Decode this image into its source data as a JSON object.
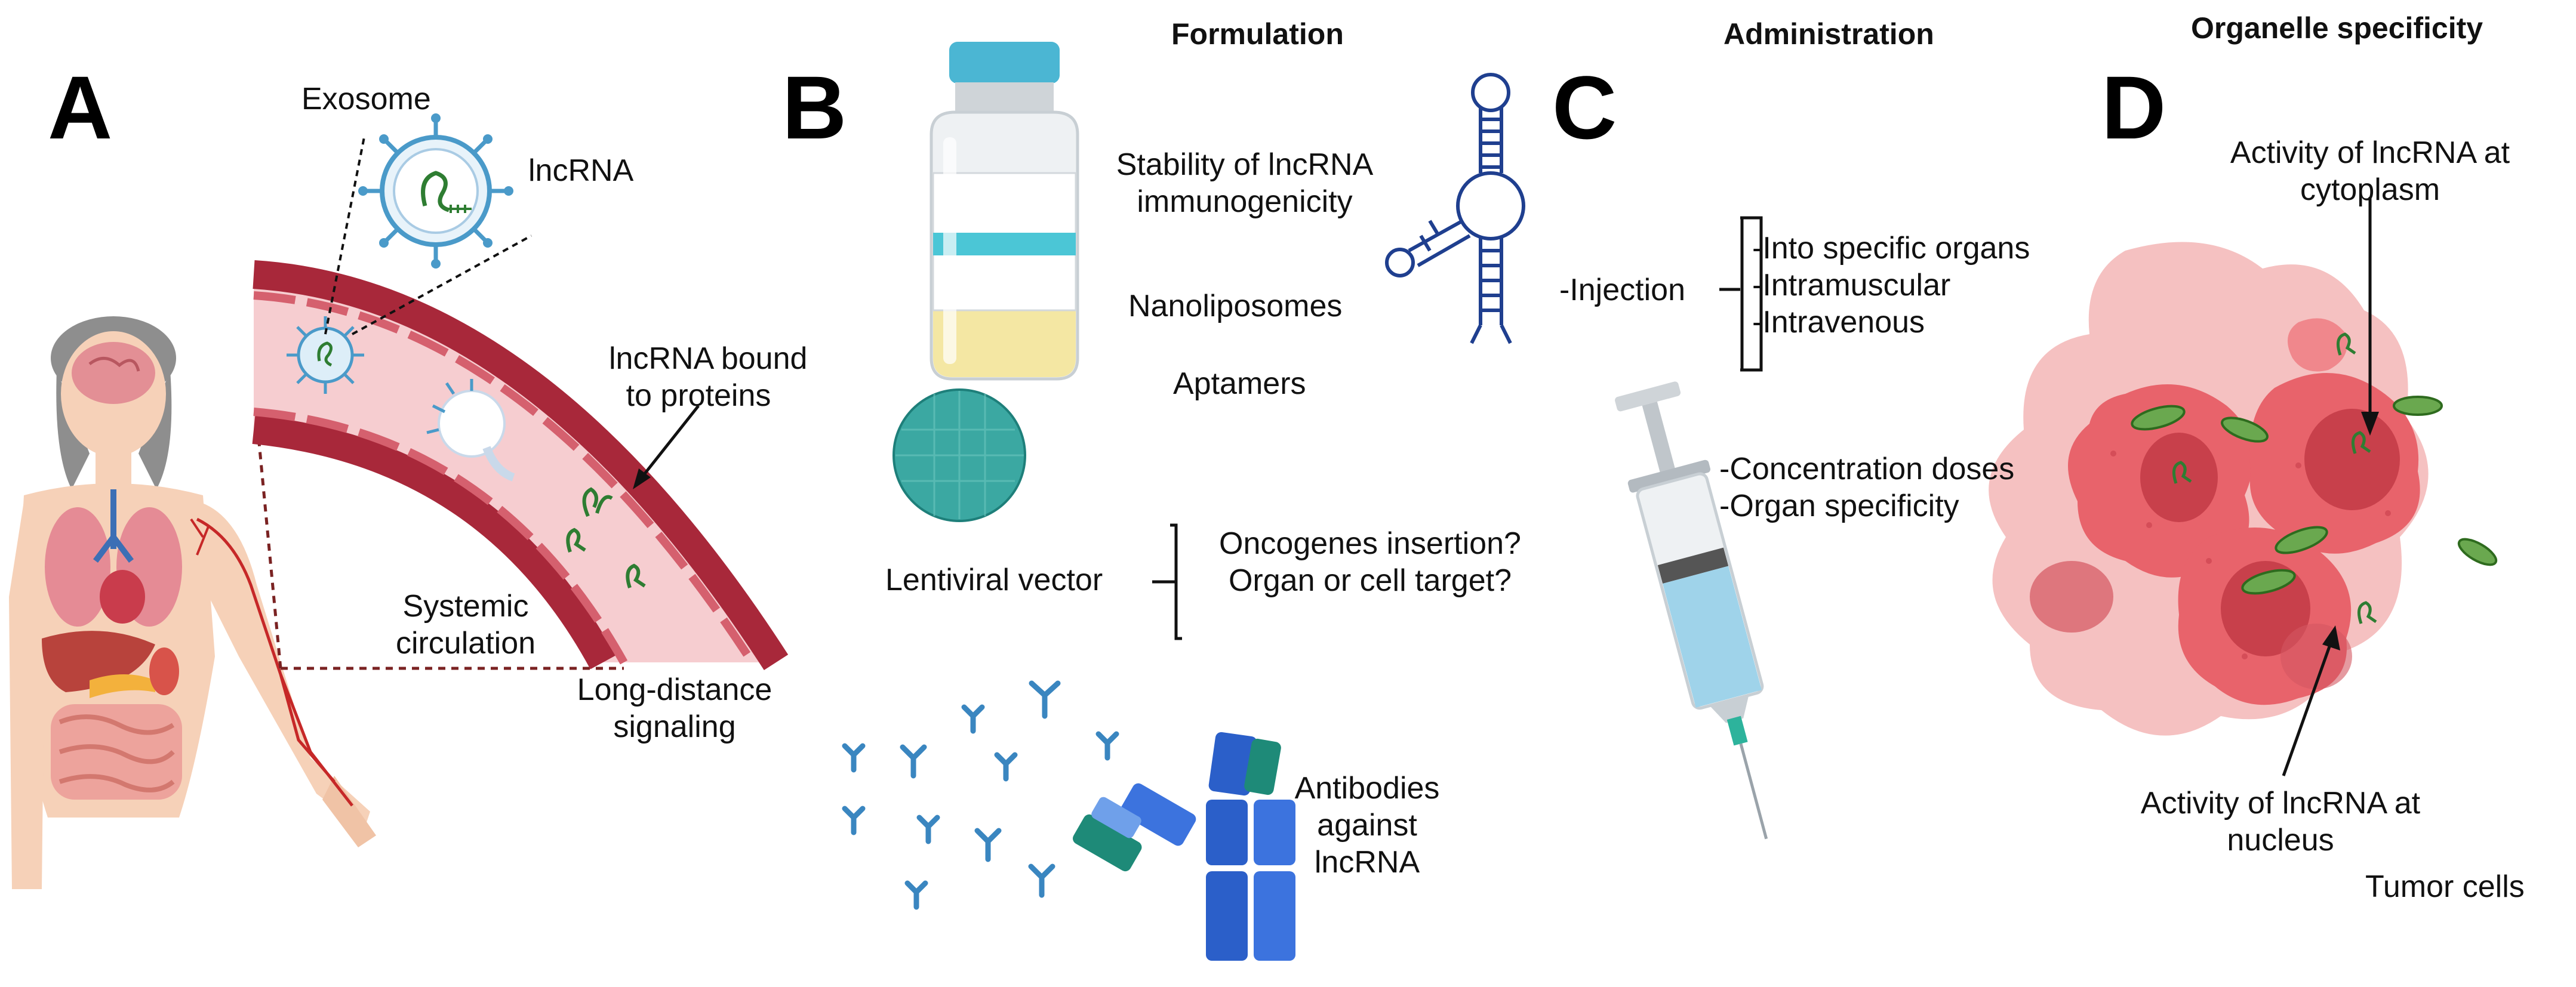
{
  "panels": {
    "a": "A",
    "b": "B",
    "c": "C",
    "d": "D"
  },
  "headers": {
    "formulation": "Formulation",
    "administration": "Administration",
    "organelle": "Organelle specificity"
  },
  "panel_a": {
    "exosome": "Exosome",
    "lncrna": "lncRNA",
    "bound_1": "lncRNA bound",
    "bound_2": "to proteins",
    "systemic_1": "Systemic",
    "systemic_2": "circulation",
    "long_1": "Long-distance",
    "long_2": "signaling"
  },
  "panel_b": {
    "stability_1": "Stability of lncRNA",
    "stability_2": "immunogenicity",
    "nanoliposomes": "Nanoliposomes",
    "aptamers": "Aptamers",
    "lentiviral": "Lentiviral vector",
    "oncogenes": "Oncogenes insertion?",
    "organ_target": "Organ or cell target?",
    "antibodies_1": "Antibodies",
    "antibodies_2": "against",
    "antibodies_3": "lncRNA"
  },
  "panel_c": {
    "injection": "-Injection",
    "route_1": "-Into specific organs",
    "route_2": "-Intramuscular",
    "route_3": "-Intravenous",
    "dose_1": "-Concentration doses",
    "dose_2": "-Organ specificity"
  },
  "panel_d": {
    "cyto_1": "Activity of lncRNA at",
    "cyto_2": "cytoplasm",
    "nuc_1": "Activity of lncRNA at",
    "nuc_2": "nucleus",
    "tumor": "Tumor cells"
  },
  "colors": {
    "vessel_wall": "#a8283a",
    "vessel_lumen": "#f6cdd0",
    "exosome_blue": "#4a9ac9",
    "rna_green": "#2e7d32",
    "antibody_blue": "#2d6fc4",
    "antibody_teal": "#1e8a78",
    "tumor_red": "#e8636b",
    "syringe_liquid": "#9fd3ea"
  }
}
